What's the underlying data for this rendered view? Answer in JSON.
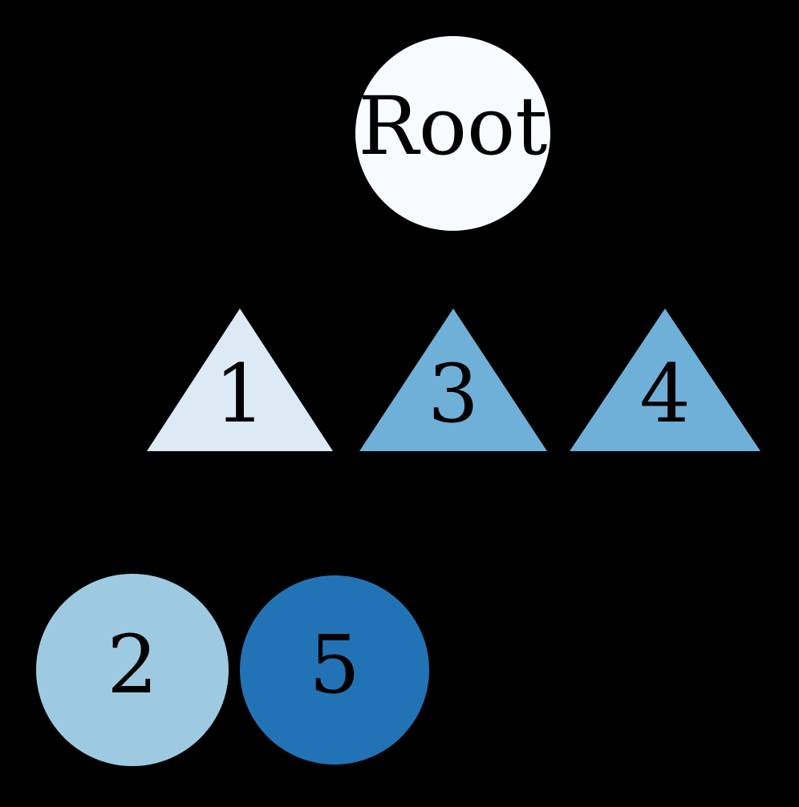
{
  "diagram": {
    "type": "graph",
    "background": "#000000",
    "label_color": "#000000",
    "nodes": [
      {
        "id": "root",
        "label": "Root",
        "shape": "circle",
        "color": "#f7fbff"
      },
      {
        "id": "1",
        "label": "1",
        "shape": "triangle",
        "color": "#dceaf6"
      },
      {
        "id": "3",
        "label": "3",
        "shape": "triangle",
        "color": "#6fb0d8"
      },
      {
        "id": "4",
        "label": "4",
        "shape": "triangle",
        "color": "#6fb0d8"
      },
      {
        "id": "2",
        "label": "2",
        "shape": "circle",
        "color": "#9dcae1"
      },
      {
        "id": "5",
        "label": "5",
        "shape": "circle",
        "color": "#2273b5"
      }
    ],
    "rows": [
      {
        "name": "top",
        "node_ids": [
          "root"
        ]
      },
      {
        "name": "middle",
        "node_ids": [
          "1",
          "3",
          "4"
        ]
      },
      {
        "name": "bottom",
        "node_ids": [
          "2",
          "5"
        ]
      }
    ]
  }
}
